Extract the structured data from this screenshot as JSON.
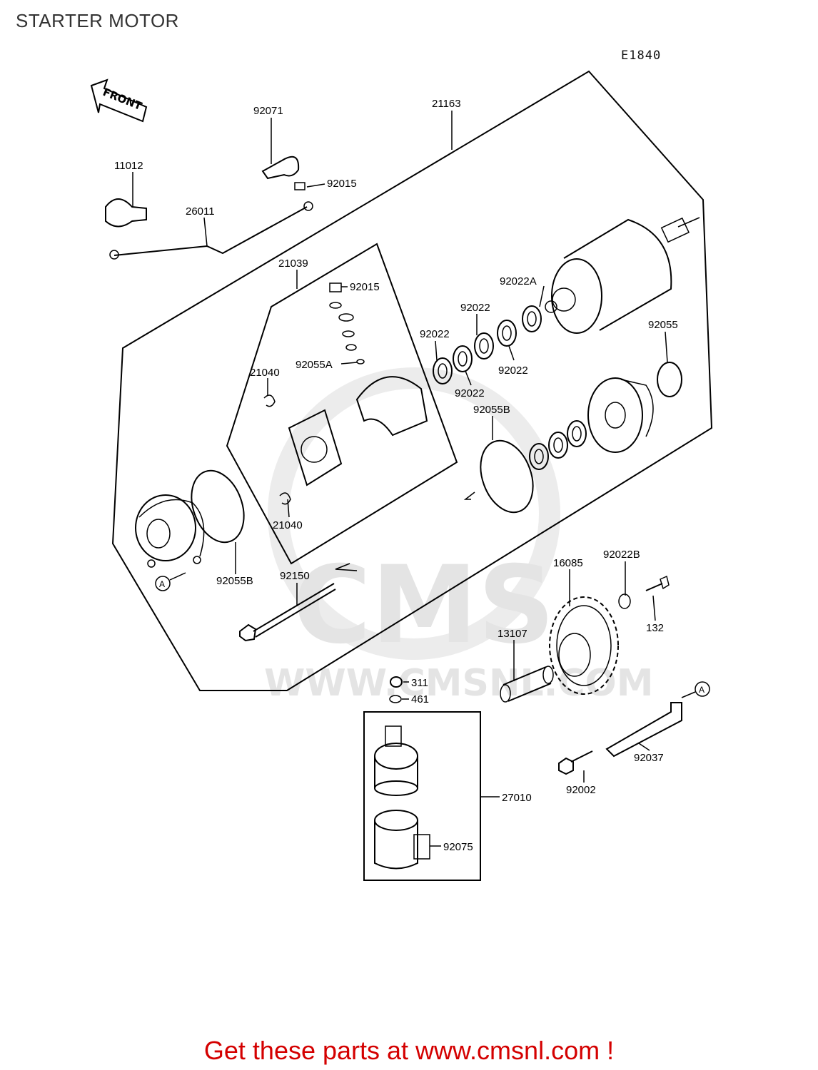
{
  "page": {
    "title": "STARTER MOTOR",
    "diagram_code": "E1840",
    "front_label": "FRONT",
    "watermark_text": "CMS",
    "watermark_url": "WWW.CMSNL.COM",
    "footer_text": "Get these parts at www.cmsnl.com !"
  },
  "parts": {
    "p21163": "21163",
    "p92071": "92071",
    "p92015a": "92015",
    "p11012": "11012",
    "p26011": "26011",
    "p21039": "21039",
    "p92015b": "92015",
    "p92022a": "92022A",
    "p92022_1": "92022",
    "p92022_2": "92022",
    "p92022_3": "92022",
    "p92022_4": "92022",
    "p92055": "92055",
    "p21040a": "21040",
    "p92055a": "92055A",
    "p92055b_1": "92055B",
    "p21040b": "21040",
    "p92055b_2": "92055B",
    "p92150": "92150",
    "p16085": "16085",
    "p92022b": "92022B",
    "p132": "132",
    "p13107": "13107",
    "p311": "311",
    "p461": "461",
    "p27010": "27010",
    "p92075": "92075",
    "p92037": "92037",
    "p92002": "92002",
    "ref_a": "A"
  },
  "colors": {
    "footer": "#d40000",
    "watermark": "#e4e4e4",
    "ink": "#000000"
  }
}
